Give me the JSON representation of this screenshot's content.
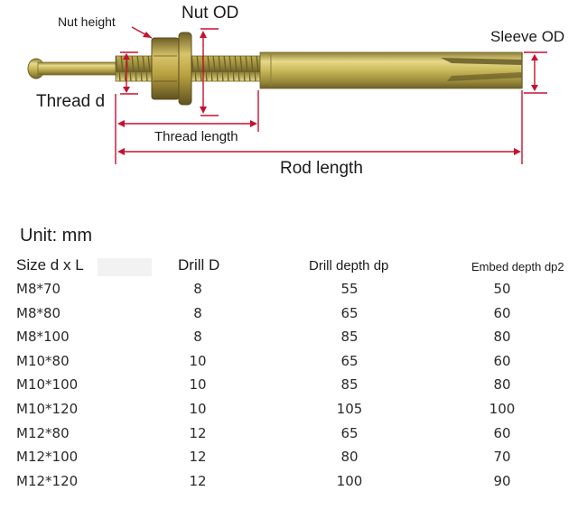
{
  "diagram": {
    "labels": {
      "nut_height": "Nut height",
      "nut_od": "Nut OD",
      "sleeve_od": "Sleeve OD",
      "thread_d": "Thread d",
      "thread_length": "Thread length",
      "rod_length": "Rod length"
    },
    "colors": {
      "dimension_line": "#c8102e",
      "metal_light": "#e0d27a",
      "metal_mid": "#b9a84a",
      "metal_dark": "#7f7230"
    }
  },
  "unit_label": "Unit: mm",
  "table": {
    "headers": [
      "Size d x L",
      "Drill D",
      "Drill depth dp",
      "Embed depth dp2"
    ],
    "rows": [
      [
        "M8*70",
        "8",
        "55",
        "50"
      ],
      [
        "M8*80",
        "8",
        "65",
        "60"
      ],
      [
        "M8*100",
        "8",
        "85",
        "80"
      ],
      [
        "M10*80",
        "10",
        "65",
        "60"
      ],
      [
        "M10*100",
        "10",
        "85",
        "80"
      ],
      [
        "M10*120",
        "10",
        "105",
        "100"
      ],
      [
        "M12*80",
        "12",
        "65",
        "60"
      ],
      [
        "M12*100",
        "12",
        "80",
        "70"
      ],
      [
        "M12*120",
        "12",
        "100",
        "90"
      ]
    ]
  }
}
